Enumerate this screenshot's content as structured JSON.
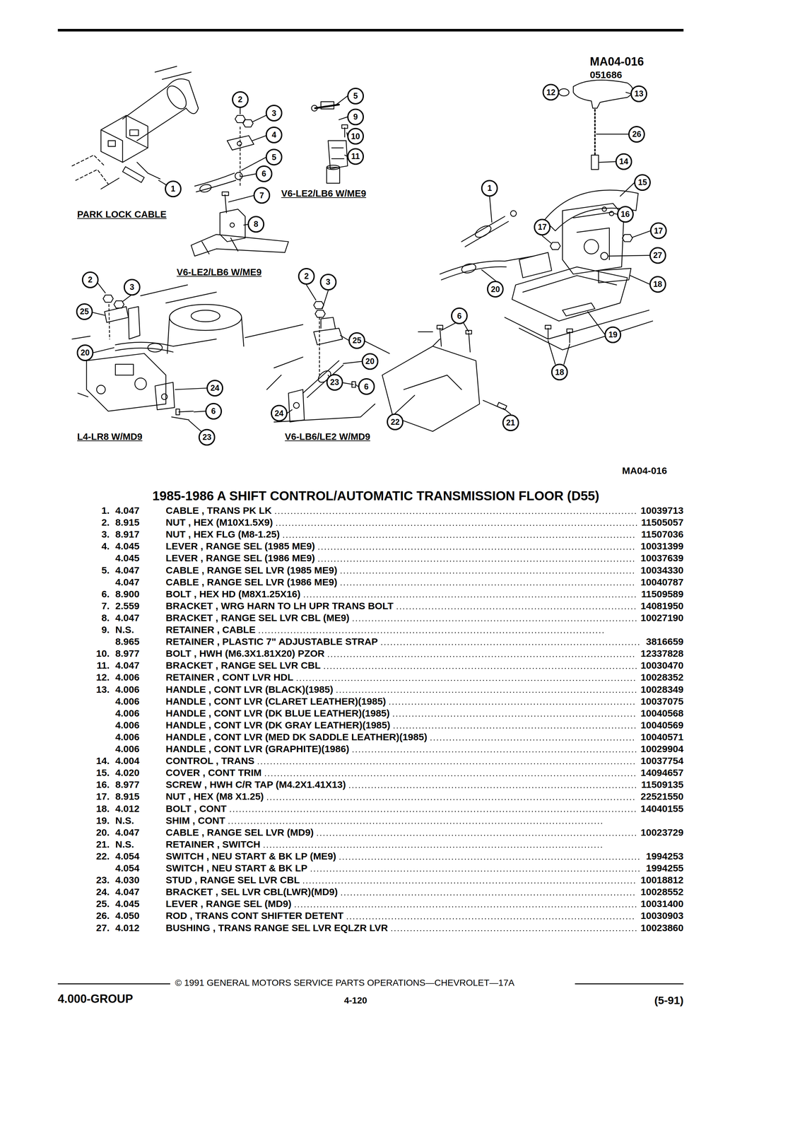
{
  "diagram": {
    "title": "1985-1986 A SHIFT CONTROL/AUTOMATIC TRANSMISSION FLOOR (D55)",
    "nodes": [
      {
        "text": [
          "1"
        ]
      },
      {
        "text": [
          "2"
        ]
      },
      {
        "text": [
          "3"
        ]
      },
      {
        "text": [
          "4"
        ]
      },
      {
        "text": [
          "5"
        ]
      },
      {
        "text": [
          "6"
        ]
      },
      {
        "text": [
          "7"
        ]
      },
      {
        "text": [
          "8"
        ]
      },
      {
        "text": [
          "5"
        ]
      },
      {
        "text": [
          "9"
        ]
      },
      {
        "text": [
          "10"
        ]
      },
      {
        "text": [
          "11"
        ]
      },
      {
        "text": [
          "12"
        ]
      },
      {
        "text": [
          "13"
        ]
      },
      {
        "text": [
          "26"
        ]
      },
      {
        "text": [
          "14"
        ]
      },
      {
        "text": [
          "15"
        ]
      },
      {
        "text": [
          "1"
        ]
      },
      {
        "text": [
          "16"
        ]
      },
      {
        "text": [
          "17"
        ]
      },
      {
        "text": [
          "17"
        ]
      },
      {
        "text": [
          "27"
        ]
      },
      {
        "text": [
          "20"
        ]
      },
      {
        "text": [
          "18"
        ]
      },
      {
        "text": [
          "19"
        ]
      },
      {
        "text": [
          "18"
        ]
      },
      {
        "text": [
          "2"
        ]
      },
      {
        "text": [
          "3"
        ]
      },
      {
        "text": [
          "25"
        ]
      },
      {
        "text": [
          "20"
        ]
      },
      {
        "text": [
          "24"
        ]
      },
      {
        "text": [
          "6"
        ]
      },
      {
        "text": [
          "23"
        ]
      },
      {
        "text": [
          "2"
        ]
      },
      {
        "text": [
          "3"
        ]
      },
      {
        "text": [
          "25"
        ]
      },
      {
        "text": [
          "20"
        ]
      },
      {
        "text": [
          "23"
        ]
      },
      {
        "text": [
          "6"
        ]
      },
      {
        "text": [
          "24"
        ]
      },
      {
        "text": [
          "22"
        ]
      },
      {
        "text": [
          "21"
        ]
      },
      {
        "text": [
          "6"
        ]
      }
    ],
    "labels": [
      "MA04-016",
      "051686",
      "PARK LOCK CABLE",
      "V6-LE2/LB6 W/ME9",
      "V6-LE2/LB6 W/ME9",
      "L4-LR8 W/MD9",
      "V6-LB6/LE2 W/MD9",
      "MA04-016",
      "1.",
      "4.047",
      "CABLE , TRANS PK LK",
      "10039713",
      "2.",
      "8.915",
      "NUT , HEX (M10X1.5X9)",
      "11505057",
      "3.",
      "8.917",
      "NUT , HEX FLG (M8-1.25)",
      "11507036",
      "4.",
      "4.045",
      "LEVER , RANGE SEL (1985 ME9)",
      "10031399",
      "4.045",
      "LEVER , RANGE SEL (1986 ME9)",
      "10037639",
      "5.",
      "4.047",
      "CABLE , RANGE SEL LVR (1985 ME9)",
      "10034330",
      "4.047",
      "CABLE , RANGE SEL LVR (1986 ME9)",
      "10040787",
      "6.",
      "8.900",
      "BOLT , HEX HD (M8X1.25X16)",
      "11509589",
      "7.",
      "2.559",
      "BRACKET , WRG HARN TO LH UPR TRANS BOLT",
      "14081950",
      "8.",
      "4.047",
      "BRACKET , RANGE SEL LVR CBL (ME9)",
      "10027190",
      "9.",
      "N.S.",
      "RETAINER , CABLE",
      "8.965",
      "RETAINER , PLASTIC 7\" ADJUSTABLE STRAP",
      "3816659",
      "10.",
      "8.977",
      "BOLT , HWH (M6.3X1.81X20) PZOR",
      "12337828",
      "11.",
      "4.047",
      "BRACKET , RANGE SEL LVR CBL",
      "10030470",
      "12.",
      "4.006",
      "RETAINER , CONT LVR HDL",
      "10028352",
      "13.",
      "4.006",
      "HANDLE , CONT LVR (BLACK)(1985)",
      "10028349",
      "4.006",
      "HANDLE , CONT LVR (CLARET LEATHER)(1985)",
      "10037075",
      "4.006",
      "HANDLE , CONT LVR (DK BLUE LEATHER)(1985)",
      "10040568",
      "4.006",
      "HANDLE , CONT LVR (DK GRAY LEATHER)(1985)",
      "10040569",
      "4.006",
      "HANDLE , CONT LVR (MED DK SADDLE LEATHER)(1985)",
      "10040571",
      "4.006",
      "HANDLE , CONT LVR (GRAPHITE)(1986)",
      "10029904",
      "14.",
      "4.004",
      "CONTROL , TRANS",
      "10037754",
      "15.",
      "4.020",
      "COVER , CONT TRIM",
      "14094657",
      "16.",
      "8.977",
      "SCREW , HWH C/R TAP (M4.2X1.41X13)",
      "11509135",
      "17.",
      "8.915",
      "NUT , HEX (M8 X1.25)",
      "22521550",
      "18.",
      "4.012",
      "BOLT , CONT",
      "14040155",
      "19.",
      "N.S.",
      "SHIM , CONT",
      "20.",
      "4.047",
      "CABLE , RANGE SEL LVR (MD9)",
      "10023729",
      "21.",
      "N.S.",
      "RETAINER , SWITCH",
      "22.",
      "4.054",
      "SWITCH , NEU START & BK LP (ME9)",
      "1994253",
      "4.054",
      "SWITCH , NEU START & BK LP",
      "1994255",
      "23.",
      "4.030",
      "STUD , RANGE SEL LVR CBL",
      "10018812",
      "24.",
      "4.047",
      "BRACKET , SEL LVR CBL(LWR)(MD9)",
      "10028552",
      "25.",
      "4.045",
      "LEVER , RANGE SEL (MD9)",
      "10031400",
      "26.",
      "4.050",
      "ROD , TRANS CONT SHIFTER DETENT",
      "10030903",
      "27.",
      "4.012",
      "BUSHING , TRANS RANGE SEL LVR EQLZR LVR",
      "10023860",
      "4.000-GROUP",
      "© 1991 GENERAL MOTORS SERVICE PARTS OPERATIONS—CHEVROLET—17A",
      "4-120",
      "(5-91)"
    ]
  }
}
